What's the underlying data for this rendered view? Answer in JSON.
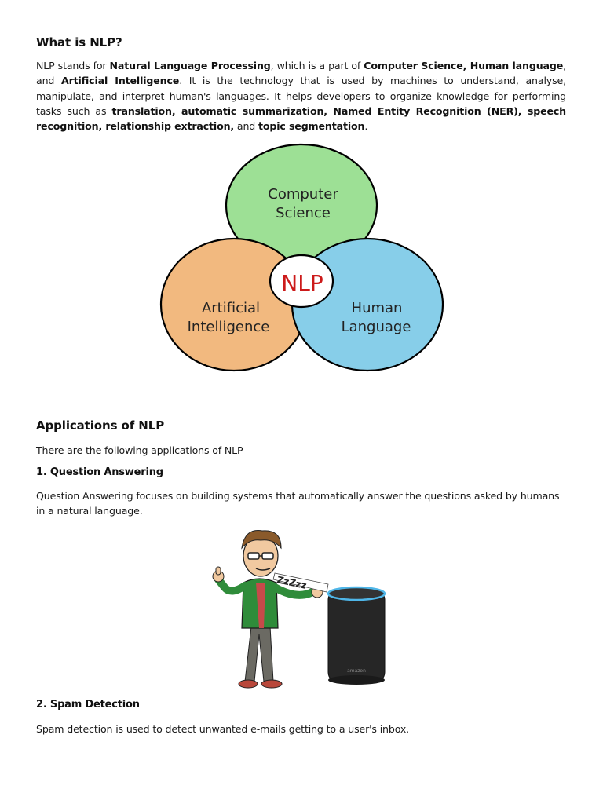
{
  "section1": {
    "title": "What is NLP?",
    "para": {
      "t1": "NLP stands for ",
      "b1": "Natural Language Processing",
      "t2": ", which is a part of ",
      "b2": "Computer Science, Human language",
      "t3": ", and ",
      "b3": "Artificial Intelligence",
      "t4": ". It is the technology that is used by machines to understand, analyse, manipulate, and interpret human's languages. It helps developers to organize knowledge for performing tasks such as ",
      "b4": "translation, automatic summarization, Named Entity Recognition (NER), speech recognition, relationship extraction,",
      "t5": " and ",
      "b5": "topic segmentation",
      "t6": "."
    }
  },
  "venn": {
    "top": [
      "Computer",
      "Science"
    ],
    "left": [
      "Artificial",
      "Intelligence"
    ],
    "right": [
      "Human",
      "Language"
    ],
    "center": "NLP",
    "colors": {
      "top": "#9de095",
      "left": "#f2b97f",
      "right": "#87cee9",
      "center_text": "#cc1a1a"
    }
  },
  "section2": {
    "title": "Applications of NLP",
    "intro": "There are the following applications of NLP -",
    "items": [
      {
        "heading": "1. Question Answering",
        "text": "Question Answering focuses on building systems that automatically answer the questions asked by humans in a natural language."
      },
      {
        "heading": "2. Spam Detection",
        "text": "Spam detection is used to detect unwanted e-mails getting to a user's inbox."
      }
    ]
  },
  "illustration": {
    "speech": "ZzZzz",
    "speaker_brand": "amazon"
  }
}
